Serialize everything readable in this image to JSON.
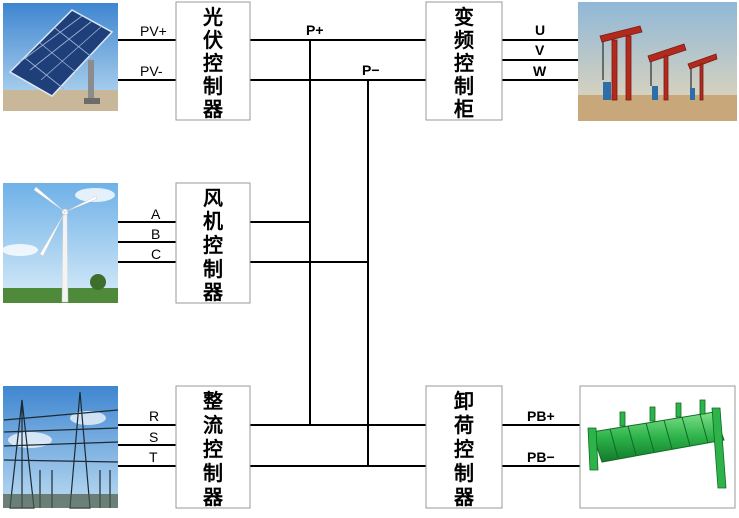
{
  "controllers": {
    "pv": [
      "光",
      "伏",
      "控",
      "制",
      "器"
    ],
    "wind": [
      "风",
      "机",
      "控",
      "制",
      "器"
    ],
    "rectifier": [
      "整",
      "流",
      "控",
      "制",
      "器"
    ],
    "inverter": [
      "变",
      "频",
      "控",
      "制",
      "柜"
    ],
    "unloader": [
      "卸",
      "荷",
      "控",
      "制",
      "器"
    ]
  },
  "labels": {
    "pv_plus": "PV+",
    "pv_minus": "PV-",
    "wind_a": "A",
    "wind_b": "B",
    "wind_c": "C",
    "grid_r": "R",
    "grid_s": "S",
    "grid_t": "T",
    "bus_plus": "P+",
    "bus_minus": "P−",
    "out_u": "U",
    "out_v": "V",
    "out_w": "W",
    "pb_plus": "PB+",
    "pb_minus": "PB−"
  },
  "colors": {
    "sky": "#5b9bd5",
    "panel": "#1f3f7a",
    "grass": "#4e8a3a",
    "pump_red": "#b22a1e",
    "resistor_green": "#2db34a"
  }
}
